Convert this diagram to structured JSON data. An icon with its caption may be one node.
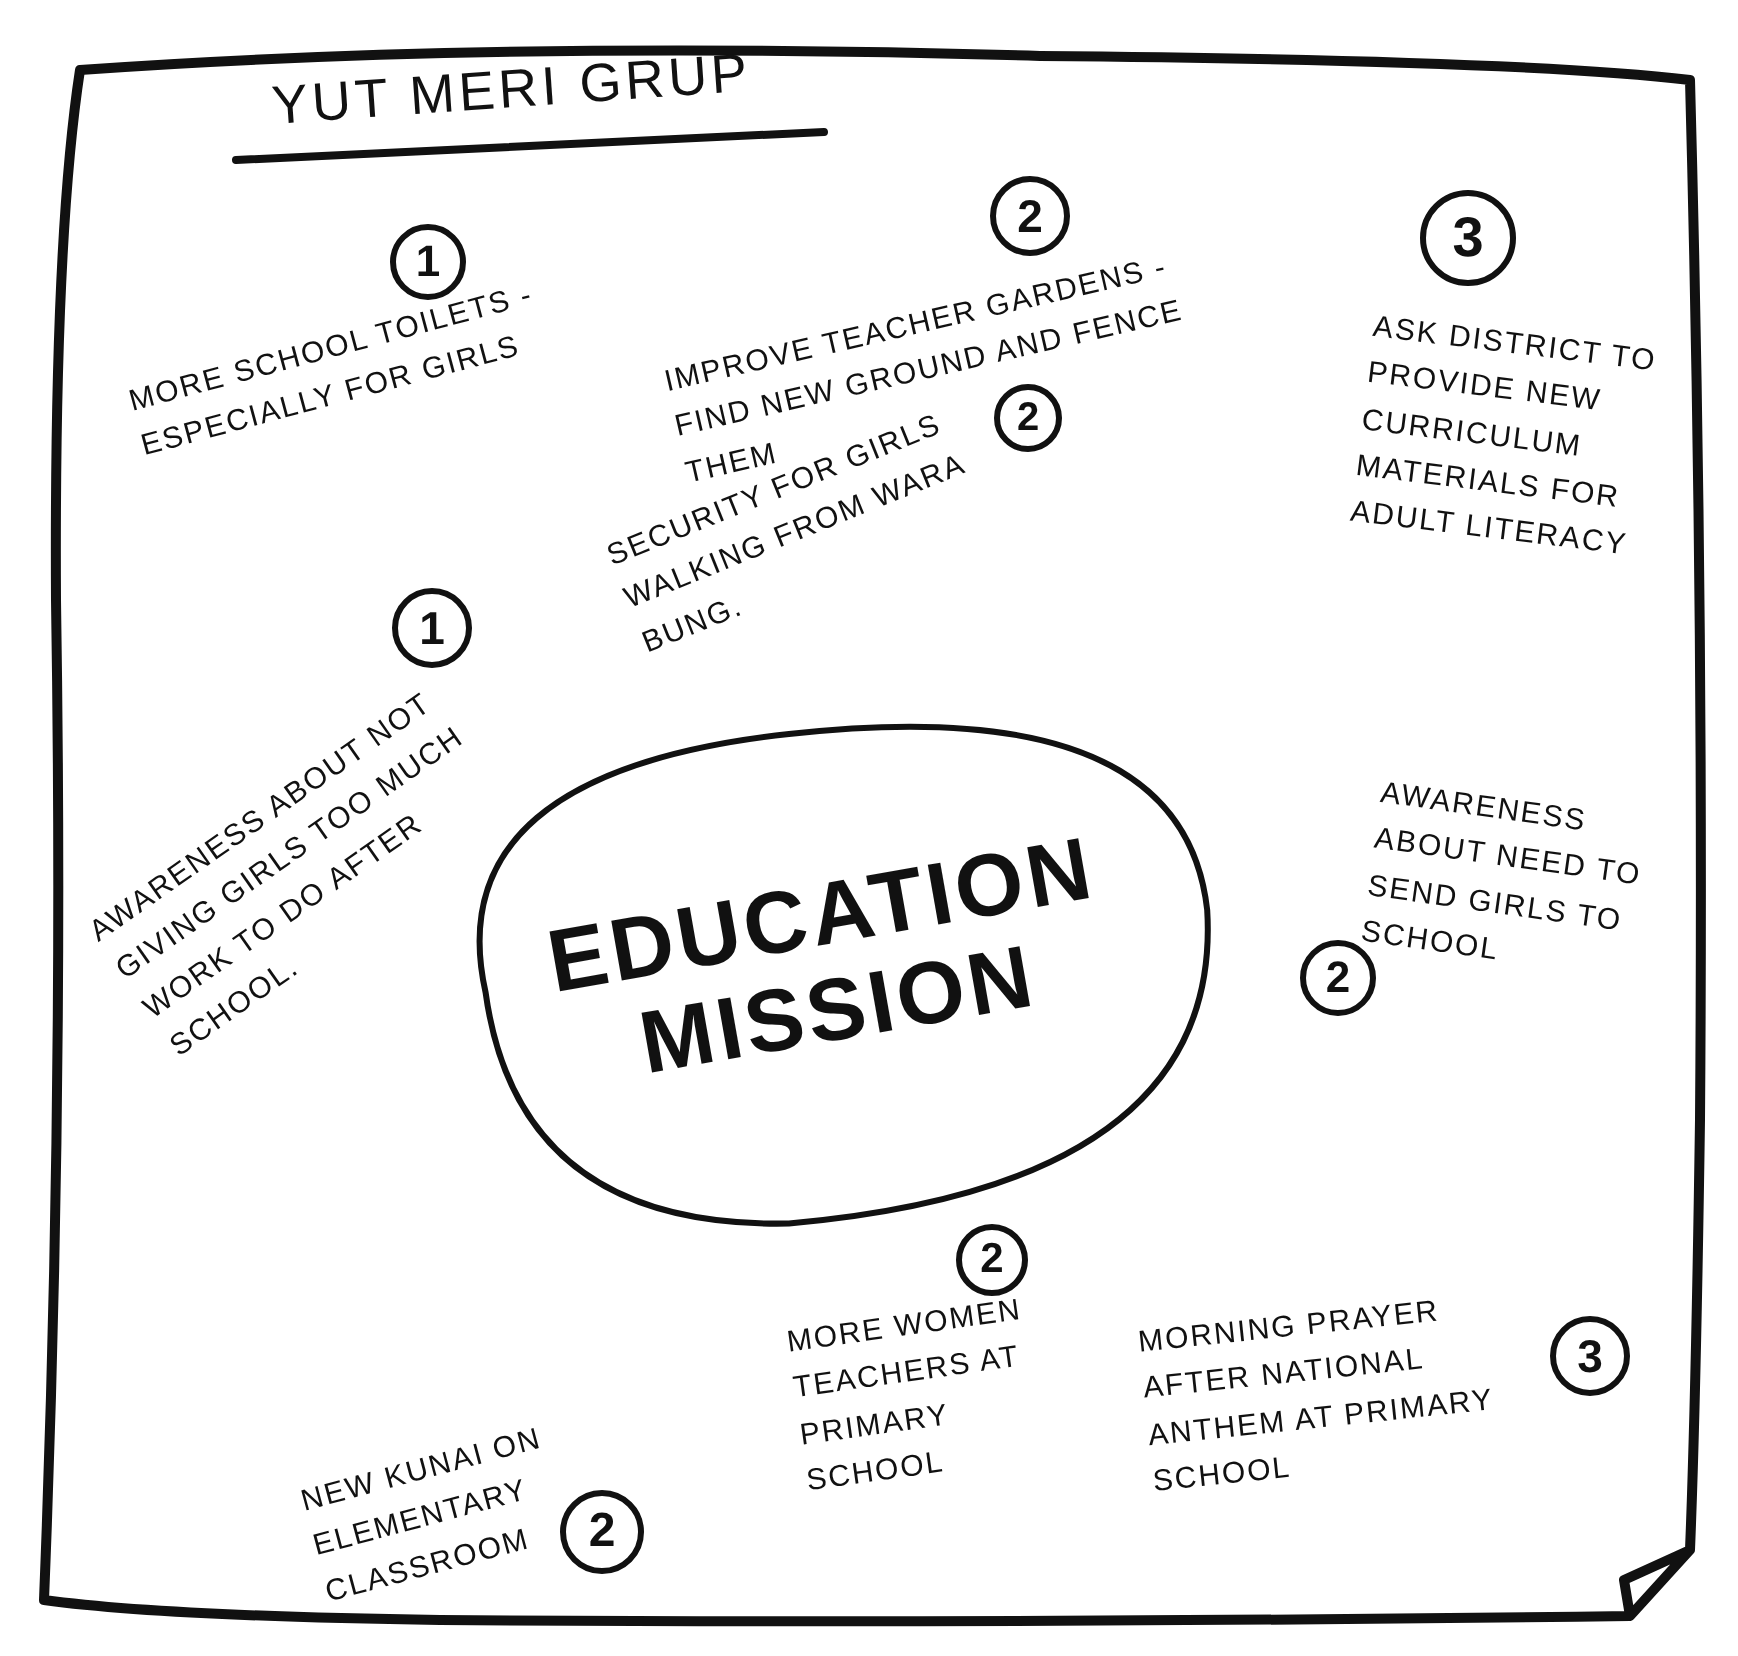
{
  "diagram": {
    "title": "YUT MERI GRUP",
    "nodes": [
      {
        "text": [
          "1"
        ],
        "beside": [
          "MORE SCHOOL TOILETS -ESPECIALLY FOR GIRLS"
        ]
      },
      {
        "text": [
          "2"
        ],
        "beside": [
          "IMPROVE TEACHER GARDENS - FIND NEW GROUND AND FENCE THEM"
        ]
      },
      {
        "text": [
          "3"
        ],
        "beside": [
          "ASK DISTRICT TO PROVIDE NEW CURRICULUM MATERIALS FOR ADULT LITERACY"
        ]
      },
      {
        "text": [
          "1"
        ],
        "beside": [
          "AWARENESS ABOUT NOT GIVING GIRLS TOO MUCH WORK TO DO AFTER SCHOOL."
        ]
      },
      {
        "text": [
          "2"
        ],
        "beside": [
          "SECURITY FOR GIRLS WALKING FROM WARA BUNG."
        ]
      },
      {
        "text": [
          "EDUCATION MISSION"
        ]
      },
      {
        "text": [
          "2"
        ],
        "beside": [
          "AWARENESS ABOUT NEED TO SEND GIRLS TO SCHOOL"
        ]
      },
      {
        "text": [
          "2"
        ],
        "beside": [
          "NEW KUNAI ON ELEMENTARY CLASSROOM"
        ]
      },
      {
        "text": [
          "2"
        ],
        "beside": [
          "MORE WOMEN TEACHERS AT PRIMARY SCHOOL"
        ]
      },
      {
        "text": [
          "3"
        ],
        "beside": [
          "MORNING PRAYER AFTER NATIONAL ANTHEM AT PRIMARY SCHOOL"
        ]
      }
    ],
    "edges": []
  }
}
